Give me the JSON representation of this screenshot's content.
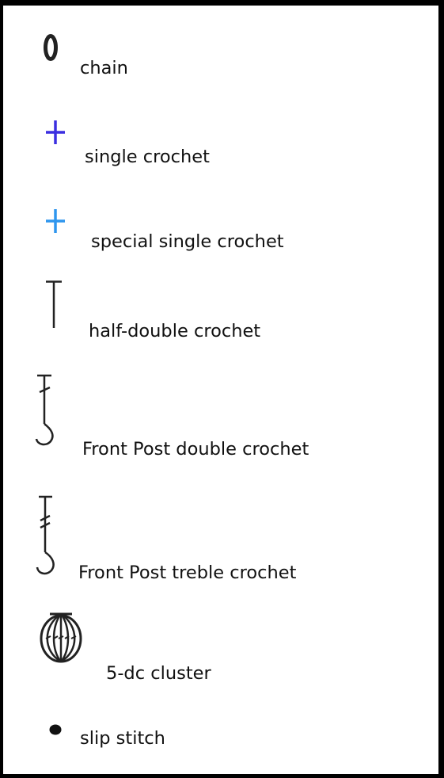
{
  "legend": {
    "items": [
      {
        "symbol": "chain-icon",
        "label": "chain"
      },
      {
        "symbol": "single-crochet-icon",
        "label": "single crochet",
        "color": "#3b2fe0"
      },
      {
        "symbol": "special-single-crochet-icon",
        "label": "special single crochet",
        "color": "#2f96ee"
      },
      {
        "symbol": "half-double-crochet-icon",
        "label": "half-double crochet"
      },
      {
        "symbol": "front-post-double-crochet-icon",
        "label": "Front Post double crochet"
      },
      {
        "symbol": "front-post-treble-crochet-icon",
        "label": "Front Post treble crochet"
      },
      {
        "symbol": "five-dc-cluster-icon",
        "label": "5-dc cluster"
      },
      {
        "symbol": "slip-stitch-icon",
        "label": "slip stitch"
      }
    ]
  }
}
